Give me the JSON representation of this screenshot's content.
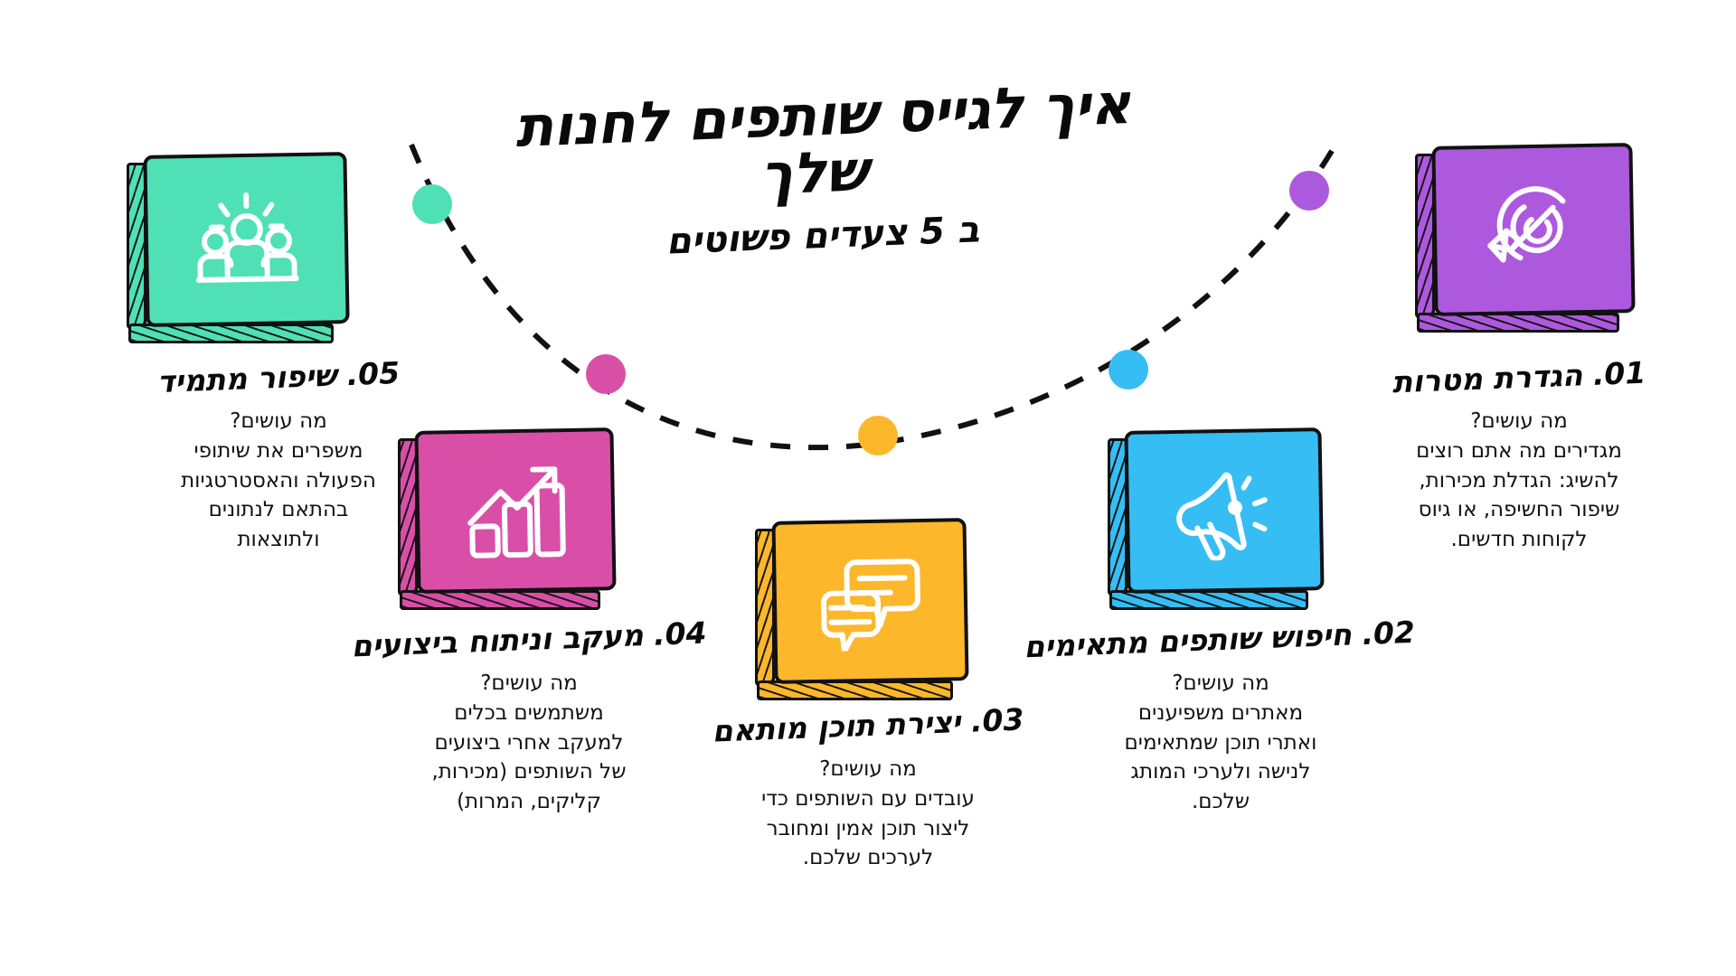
{
  "meta": {
    "background_color": "#ffffff",
    "ink_color": "#0a0a0a",
    "language": "he"
  },
  "header": {
    "title_line_1": "איך לגייס שותפים לחנות",
    "title_line_2": "שלך",
    "subtitle": "ב 5 צעדים פשוטים"
  },
  "flow": {
    "dot_colors": [
      "#4fe0b6",
      "#d94fa8",
      "#fcb72b",
      "#36bdf4",
      "#ad59de"
    ],
    "line_style": "dashed",
    "line_color": "#111111"
  },
  "steps": [
    {
      "number": "01",
      "title": "01. הגדרת מטרות",
      "question": "מה עושים?",
      "body": "מגדירים מה אתם רוצים\nלהשיג: הגדלת מכירות,\nשיפור החשיפה, או גיוס\nלקוחות חדשים.",
      "color": "#ad59de",
      "icon": "target-arrow-icon"
    },
    {
      "number": "02",
      "title": "02. חיפוש שותפים מתאימים",
      "question": "מה עושים?",
      "body": "מאתרים משפיענים\nואתרי תוכן שמתאימים\nלנישה ולערכי המותג\nשלכם.",
      "color": "#36bdf4",
      "icon": "megaphone-icon"
    },
    {
      "number": "03",
      "title": "03. יצירת תוכן מותאם",
      "question": "מה עושים?",
      "body": "עובדים עם השותפים כדי\nליצור תוכן אמין ומחובר\nלערכים שלכם.",
      "color": "#fcb72b",
      "icon": "chat-bubbles-icon"
    },
    {
      "number": "04",
      "title": "04. מעקב וניתוח ביצועים",
      "question": "מה עושים?",
      "body": "משתמשים בכלים\nלמעקב אחרי ביצועים\nשל השותפים (מכירות,\nקליקים, המרות)",
      "color": "#d94fa8",
      "icon": "bar-chart-growth-icon"
    },
    {
      "number": "05",
      "title": "05. שיפור מתמיד",
      "question": "מה עושים?",
      "body": "משפרים את שיתופי\nהפעולה והאסטרטגיות\nבהתאם לנתונים\nולתוצאות",
      "color": "#4fe0b6",
      "icon": "people-spotlight-icon"
    }
  ]
}
